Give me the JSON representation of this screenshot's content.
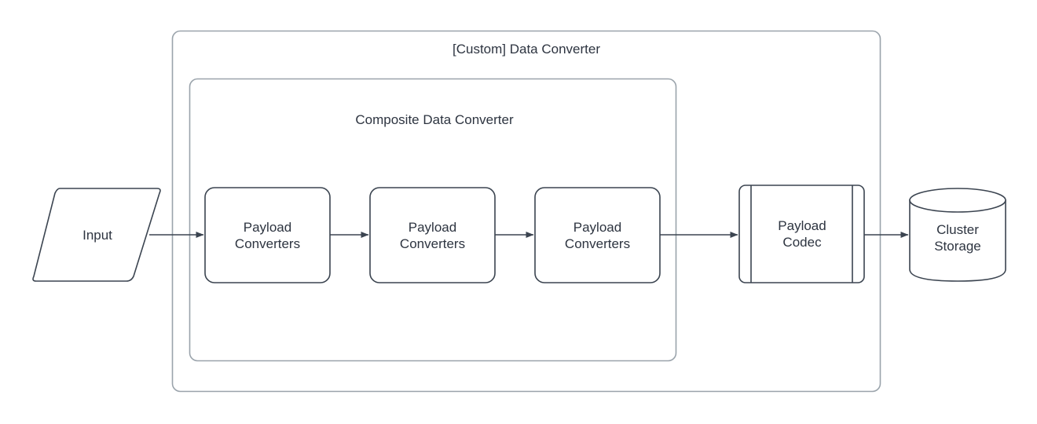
{
  "diagram": {
    "type": "flowchart",
    "background_color": "#ffffff",
    "shape_stroke_color": "#3b4450",
    "container_stroke_color": "#9aa3ab",
    "text_color": "#2d3440",
    "shape_fill_color": "#ffffff",
    "containers": [
      {
        "id": "custom-data-converter",
        "title": "[Custom] Data Converter",
        "shape": "rounded-rect"
      },
      {
        "id": "composite-data-converter",
        "title": "Composite Data Converter",
        "shape": "rounded-rect"
      }
    ],
    "nodes": [
      {
        "id": "input",
        "label": "Input",
        "shape": "parallelogram"
      },
      {
        "id": "payload-converters-1",
        "label": "Payload\nConverters",
        "shape": "rounded-rect"
      },
      {
        "id": "payload-converters-2",
        "label": "Payload\nConverters",
        "shape": "rounded-rect"
      },
      {
        "id": "payload-converters-3",
        "label": "Payload\nConverters",
        "shape": "rounded-rect"
      },
      {
        "id": "payload-codec",
        "label": "Payload\nCodec",
        "shape": "predefined-process"
      },
      {
        "id": "cluster-storage",
        "label": "Cluster\nStorage",
        "shape": "cylinder"
      }
    ],
    "edges": [
      {
        "from": "input",
        "to": "payload-converters-1",
        "arrow": "single"
      },
      {
        "from": "payload-converters-1",
        "to": "payload-converters-2",
        "arrow": "single"
      },
      {
        "from": "payload-converters-2",
        "to": "payload-converters-3",
        "arrow": "single"
      },
      {
        "from": "payload-converters-3",
        "to": "payload-codec",
        "arrow": "single"
      },
      {
        "from": "payload-codec",
        "to": "cluster-storage",
        "arrow": "single"
      }
    ]
  }
}
